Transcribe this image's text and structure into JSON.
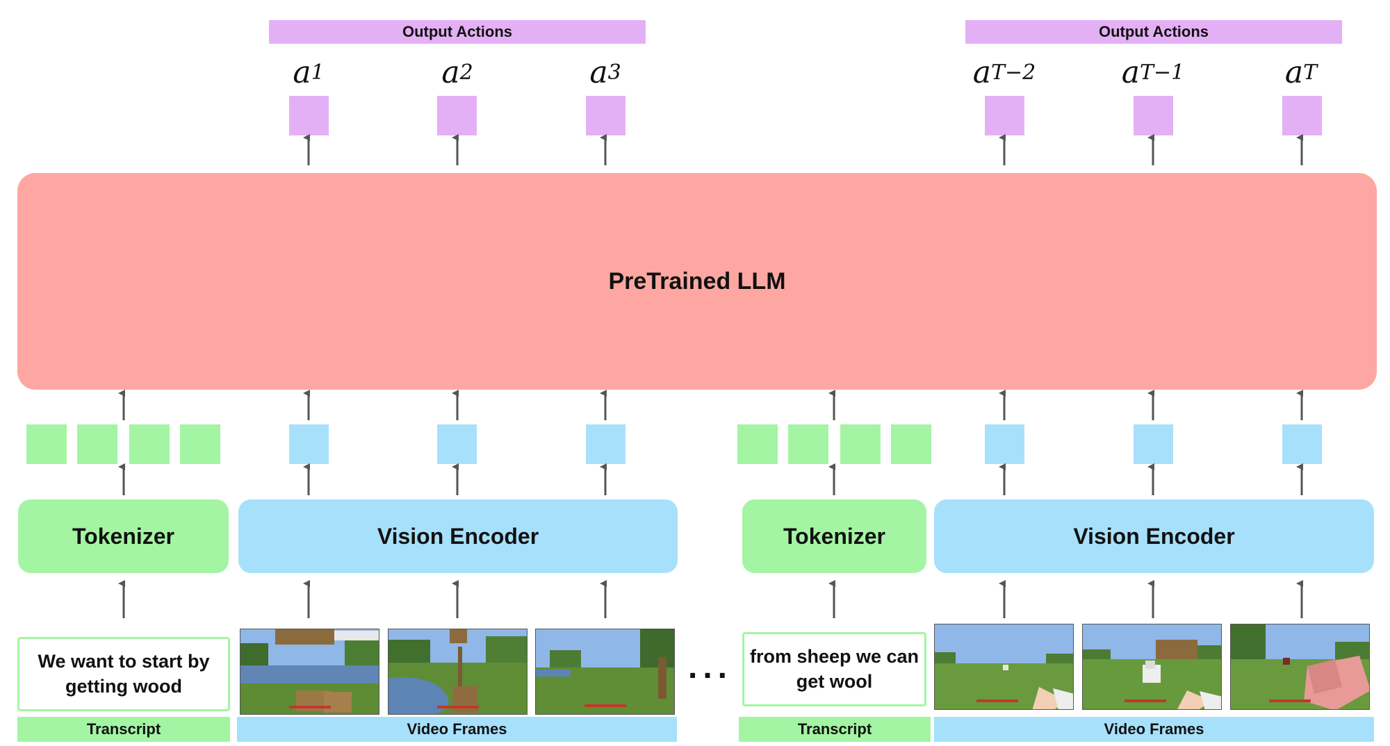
{
  "output_actions": {
    "label_left": "Output Actions",
    "label_right": "Output Actions",
    "actions_left": [
      {
        "base": "a",
        "sub": "1"
      },
      {
        "base": "a",
        "sub": "2"
      },
      {
        "base": "a",
        "sub": "3"
      }
    ],
    "actions_right": [
      {
        "base": "a",
        "sub": "T−2"
      },
      {
        "base": "a",
        "sub": "T−1"
      },
      {
        "base": "a",
        "sub": "T"
      }
    ]
  },
  "llm": {
    "label": "PreTrained LLM"
  },
  "left_group": {
    "tokenizer": "Tokenizer",
    "vision_encoder": "Vision Encoder",
    "transcript_text": "We want to start by getting wood",
    "transcript_label": "Transcript",
    "frames_label": "Video Frames"
  },
  "ellipsis": "...",
  "right_group": {
    "tokenizer": "Tokenizer",
    "vision_encoder": "Vision Encoder",
    "transcript_text": "from sheep we can get wool",
    "transcript_label": "Transcript",
    "frames_label": "Video Frames"
  },
  "colors": {
    "action": "#e4b0f5",
    "llm": "#fea7a2",
    "text_token": "#a3f5a3",
    "vision_token": "#a7e0fb",
    "arrow": "#555555"
  }
}
